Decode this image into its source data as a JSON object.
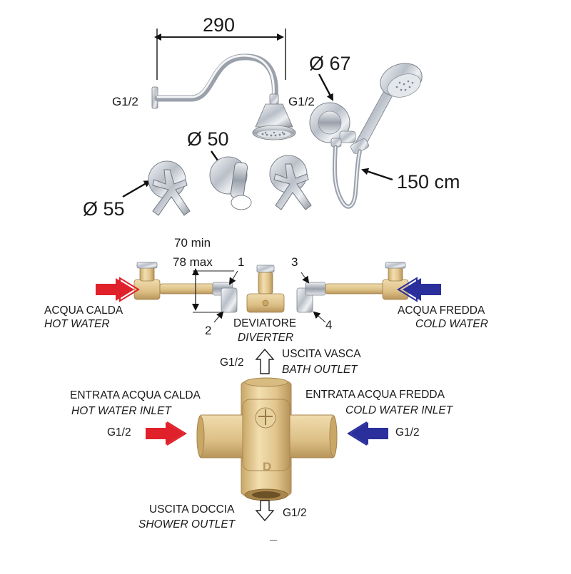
{
  "dimensions": {
    "arm_length": "290",
    "thread_left": "G1/2",
    "thread_right": "G1/2",
    "handshower_holder_diameter": "Ø 67",
    "lever_diameter": "Ø 50",
    "cross_handle_diameter": "Ø 55",
    "hose_length": "150 cm"
  },
  "installation": {
    "spacing_min": "70 min",
    "spacing_max": "78 max",
    "callout_1": "1",
    "callout_2": "2",
    "callout_3": "3",
    "callout_4": "4",
    "hot_it": "ACQUA CALDA",
    "hot_en": "HOT WATER",
    "cold_it": "ACQUA FREDDA",
    "cold_en": "COLD WATER",
    "diverter_it": "DEVIATORE",
    "diverter_en": "DIVERTER"
  },
  "diverter_body": {
    "bath_outlet_it": "USCITA VASCA",
    "bath_outlet_en": "BATH OUTLET",
    "bath_thread": "G1/2",
    "hot_inlet_it": "ENTRATA ACQUA CALDA",
    "hot_inlet_en": "HOT WATER INLET",
    "hot_thread": "G1/2",
    "cold_inlet_it": "ENTRATA ACQUA FREDDA",
    "cold_inlet_en": "COLD WATER INLET",
    "cold_thread": "G1/2",
    "shower_outlet_it": "USCITA DOCCIA",
    "shower_outlet_en": "SHOWER OUTLET",
    "shower_thread": "G1/2",
    "body_mark_d": "D"
  },
  "colors": {
    "hot": "#e0202a",
    "cold": "#2a2f9c",
    "brass": "#e3c98f",
    "chrome": "#c9ced6",
    "line": "#222222"
  }
}
